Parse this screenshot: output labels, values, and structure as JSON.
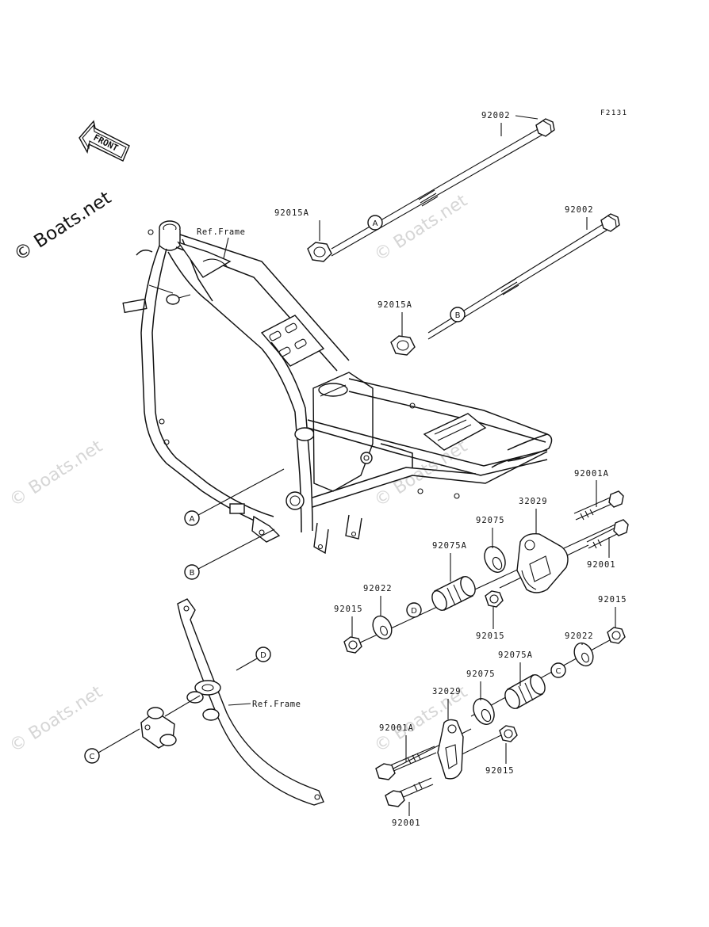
{
  "figure_code": "F2131",
  "brand_mark": "© Boats.net",
  "watermark": "© Boats.net",
  "front_indicator": "FRONT",
  "ref_frame_label": "Ref.Frame",
  "callouts": {
    "A": "A",
    "B": "B",
    "C": "C",
    "D": "D"
  },
  "parts": {
    "bolt_long_a": "92002",
    "bolt_long_b": "92002",
    "nut_a": "92015A",
    "nut_b": "92015A",
    "bolt_r1": "92001A",
    "bracket_r": "32029",
    "collar_r": "92075",
    "bushing_r": "92075A",
    "bolt_r2": "92001",
    "washer_r": "92022",
    "nut_r1": "92015",
    "nut_r2": "92015",
    "nut_l2": "92015",
    "washer_l2": "92022",
    "bushing_l2": "92075A",
    "collar_l2": "92075",
    "bracket_l2": "32029",
    "bolt_l2a": "92001A",
    "nut_l2b": "92015",
    "bolt_l2b": "92001"
  }
}
